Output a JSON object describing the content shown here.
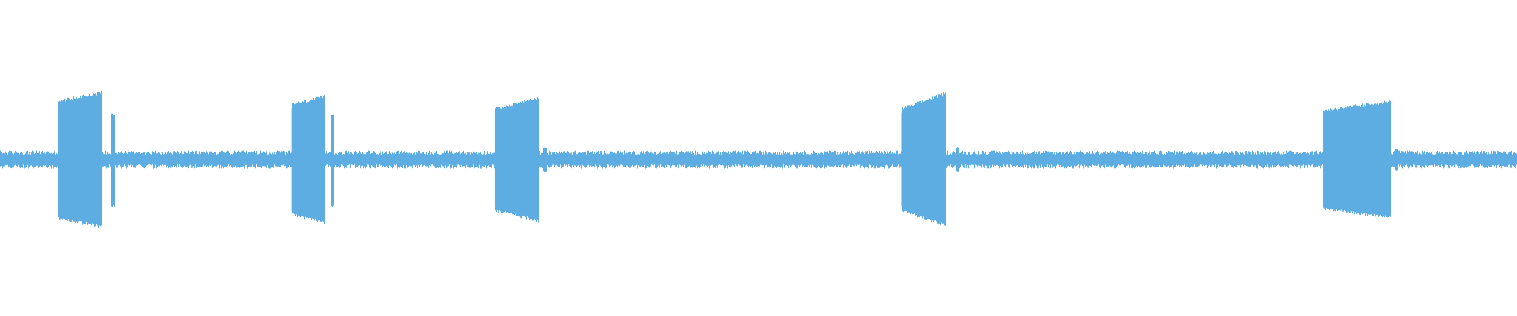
{
  "waveform": {
    "color": "#5dade2",
    "background": "#ffffff",
    "baseline_amplitude": 0.055,
    "bursts": [
      {
        "start": 0.038,
        "end": 0.067,
        "amp_start": 0.38,
        "amp_end": 0.44,
        "tail_spike": 0.074,
        "tail_amp": 0.3
      },
      {
        "start": 0.192,
        "end": 0.214,
        "amp_start": 0.36,
        "amp_end": 0.41,
        "tail_spike": 0.219,
        "tail_amp": 0.3
      },
      {
        "start": 0.326,
        "end": 0.355,
        "amp_start": 0.33,
        "amp_end": 0.4,
        "tail_spike": 0.359,
        "tail_amp": 0.08
      },
      {
        "start": 0.594,
        "end": 0.623,
        "amp_start": 0.33,
        "amp_end": 0.43,
        "tail_spike": 0.631,
        "tail_amp": 0.08
      },
      {
        "start": 0.872,
        "end": 0.917,
        "amp_start": 0.32,
        "amp_end": 0.38,
        "tail_spike": 0.92,
        "tail_amp": 0.07
      }
    ]
  }
}
